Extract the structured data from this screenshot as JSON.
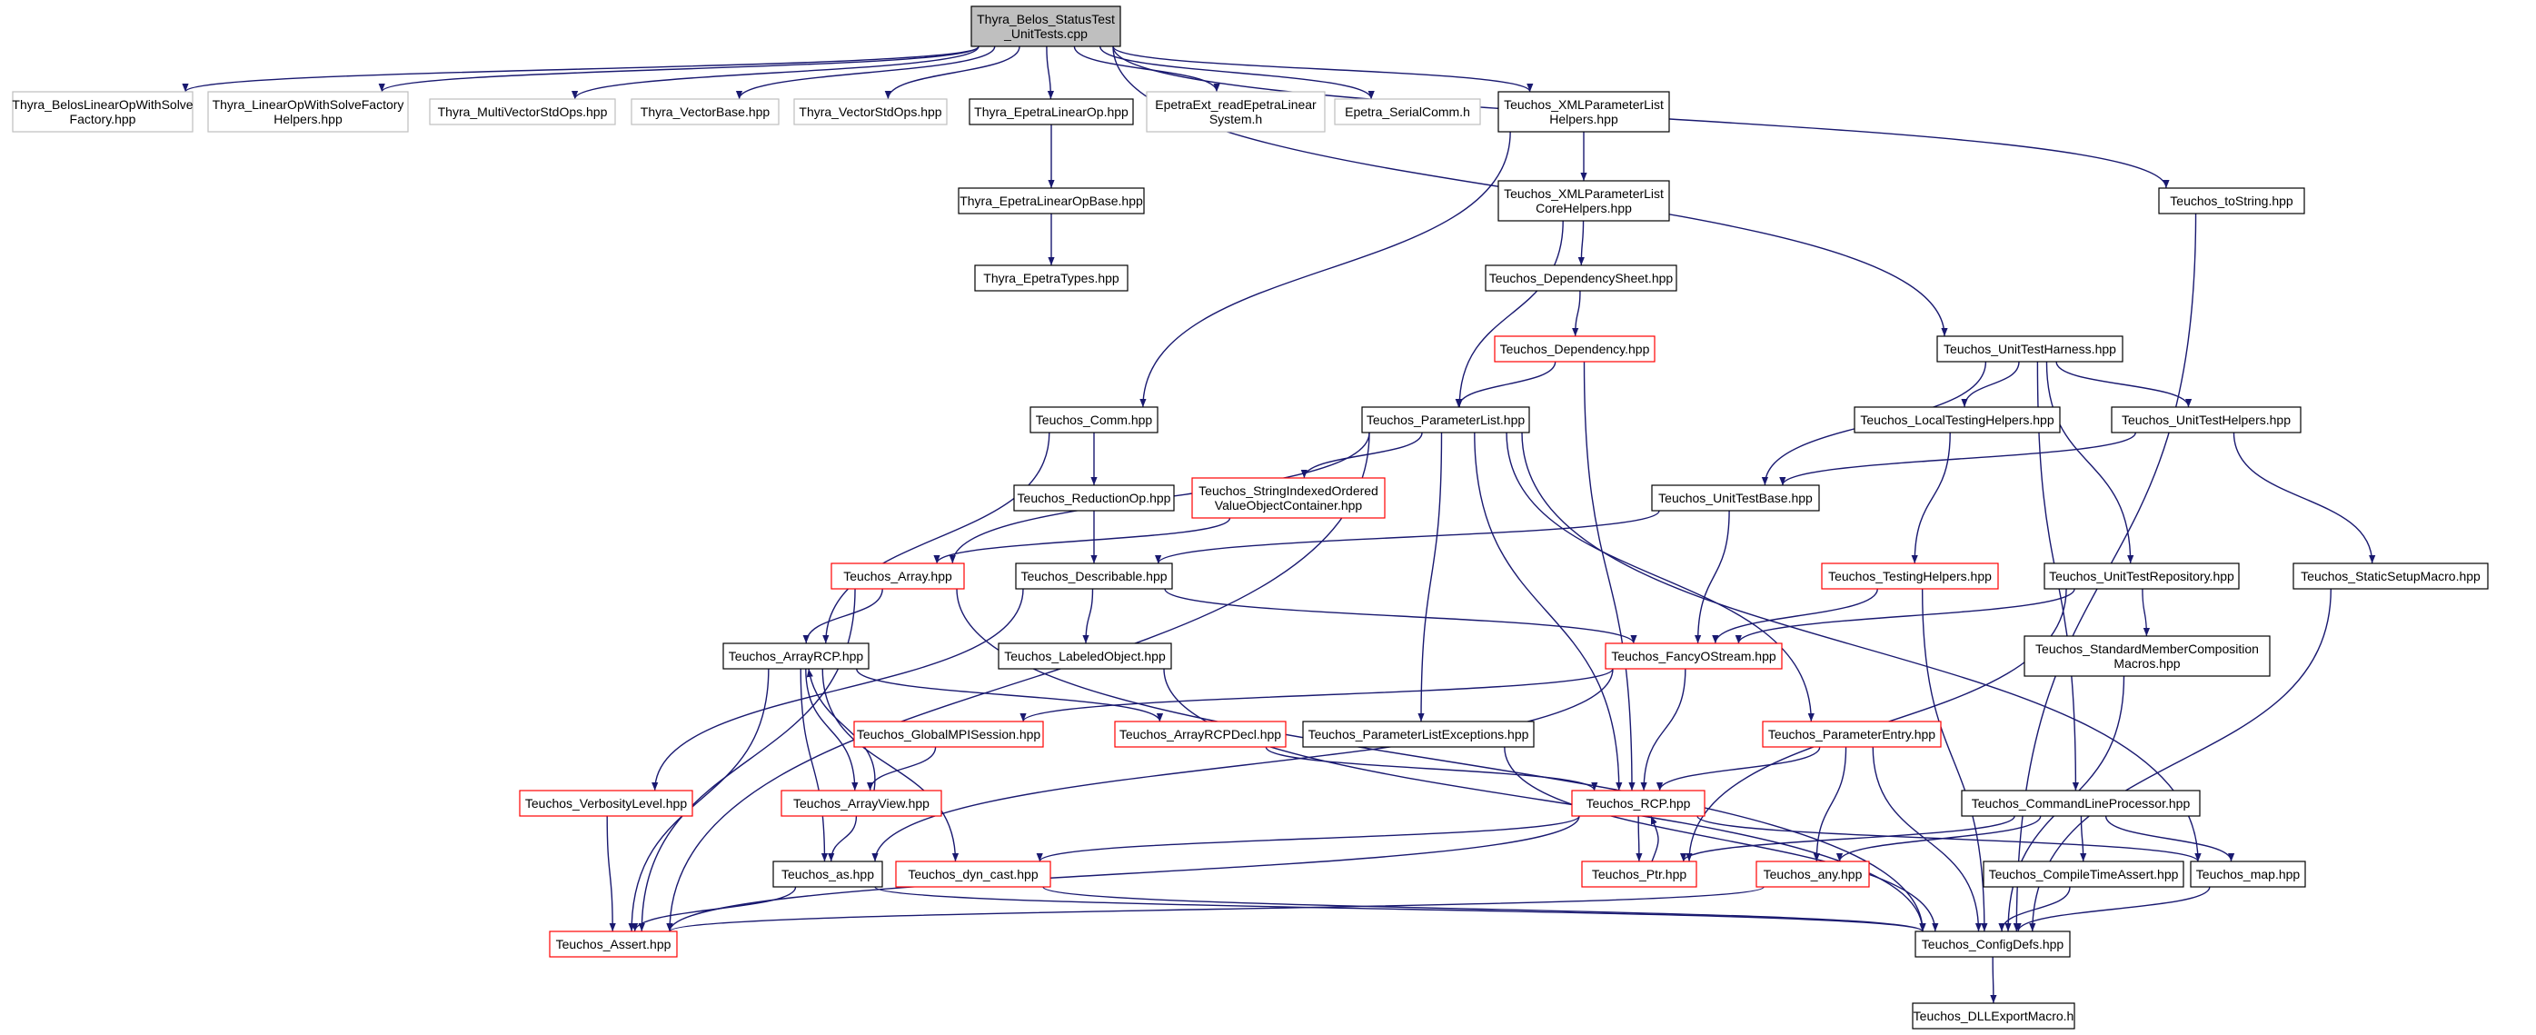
{
  "colors": {
    "edge": "#191970",
    "border_normal": "#000000",
    "border_missing": "#bfbfbf",
    "border_truncated": "#ff0000",
    "root_fill": "#bfbfbf",
    "fill": "#ffffff"
  },
  "nodes": [
    {
      "id": "root",
      "lines": [
        "Thyra_Belos_StatusTest",
        "_UnitTests.cpp"
      ],
      "style": "root"
    },
    {
      "id": "belosfactory",
      "lines": [
        "Thyra_BelosLinearOpWithSolve",
        "Factory.hpp"
      ],
      "style": "missing"
    },
    {
      "id": "factoryhelpers",
      "lines": [
        "Thyra_LinearOpWithSolveFactory",
        "Helpers.hpp"
      ],
      "style": "missing"
    },
    {
      "id": "multivecstd",
      "lines": [
        "Thyra_MultiVectorStdOps.hpp"
      ],
      "style": "missing"
    },
    {
      "id": "vectorbase",
      "lines": [
        "Thyra_VectorBase.hpp"
      ],
      "style": "missing"
    },
    {
      "id": "vectorstd",
      "lines": [
        "Thyra_VectorStdOps.hpp"
      ],
      "style": "missing"
    },
    {
      "id": "epetralinop",
      "lines": [
        "Thyra_EpetraLinearOp.hpp"
      ],
      "style": "normal"
    },
    {
      "id": "epetraext",
      "lines": [
        "EpetraExt_readEpetraLinear",
        "System.h"
      ],
      "style": "missing"
    },
    {
      "id": "serialcomm",
      "lines": [
        "Epetra_SerialComm.h"
      ],
      "style": "missing"
    },
    {
      "id": "xmlhelpers",
      "lines": [
        "Teuchos_XMLParameterList",
        "Helpers.hpp"
      ],
      "style": "normal"
    },
    {
      "id": "tostring",
      "lines": [
        "Teuchos_toString.hpp"
      ],
      "style": "normal"
    },
    {
      "id": "epetralinopbase",
      "lines": [
        "Thyra_EpetraLinearOpBase.hpp"
      ],
      "style": "normal"
    },
    {
      "id": "xmlcorehelpers",
      "lines": [
        "Teuchos_XMLParameterList",
        "CoreHelpers.hpp"
      ],
      "style": "normal"
    },
    {
      "id": "epetratypes",
      "lines": [
        "Thyra_EpetraTypes.hpp"
      ],
      "style": "normal"
    },
    {
      "id": "depsheet",
      "lines": [
        "Teuchos_DependencySheet.hpp"
      ],
      "style": "normal"
    },
    {
      "id": "dependency",
      "lines": [
        "Teuchos_Dependency.hpp"
      ],
      "style": "truncated"
    },
    {
      "id": "unittestharness",
      "lines": [
        "Teuchos_UnitTestHarness.hpp"
      ],
      "style": "normal"
    },
    {
      "id": "comm",
      "lines": [
        "Teuchos_Comm.hpp"
      ],
      "style": "normal"
    },
    {
      "id": "paramlist",
      "lines": [
        "Teuchos_ParameterList.hpp"
      ],
      "style": "normal"
    },
    {
      "id": "localtesting",
      "lines": [
        "Teuchos_LocalTestingHelpers.hpp"
      ],
      "style": "normal"
    },
    {
      "id": "unittesthelpers",
      "lines": [
        "Teuchos_UnitTestHelpers.hpp"
      ],
      "style": "normal"
    },
    {
      "id": "reductionop",
      "lines": [
        "Teuchos_ReductionOp.hpp"
      ],
      "style": "normal"
    },
    {
      "id": "stringindexed",
      "lines": [
        "Teuchos_StringIndexedOrdered",
        "ValueObjectContainer.hpp"
      ],
      "style": "truncated"
    },
    {
      "id": "unittestbase",
      "lines": [
        "Teuchos_UnitTestBase.hpp"
      ],
      "style": "normal"
    },
    {
      "id": "array",
      "lines": [
        "Teuchos_Array.hpp"
      ],
      "style": "truncated"
    },
    {
      "id": "describable",
      "lines": [
        "Teuchos_Describable.hpp"
      ],
      "style": "normal"
    },
    {
      "id": "testinghelpers",
      "lines": [
        "Teuchos_TestingHelpers.hpp"
      ],
      "style": "truncated"
    },
    {
      "id": "unittestrepo",
      "lines": [
        "Teuchos_UnitTestRepository.hpp"
      ],
      "style": "normal"
    },
    {
      "id": "staticsetup",
      "lines": [
        "Teuchos_StaticSetupMacro.hpp"
      ],
      "style": "normal"
    },
    {
      "id": "arrayrcp",
      "lines": [
        "Teuchos_ArrayRCP.hpp"
      ],
      "style": "normal"
    },
    {
      "id": "labeledobject",
      "lines": [
        "Teuchos_LabeledObject.hpp"
      ],
      "style": "normal"
    },
    {
      "id": "fancyostream",
      "lines": [
        "Teuchos_FancyOStream.hpp"
      ],
      "style": "truncated"
    },
    {
      "id": "stdmember",
      "lines": [
        "Teuchos_StandardMemberComposition",
        "Macros.hpp"
      ],
      "style": "normal"
    },
    {
      "id": "globalmpi",
      "lines": [
        "Teuchos_GlobalMPISession.hpp"
      ],
      "style": "truncated"
    },
    {
      "id": "arrayrcpdecl",
      "lines": [
        "Teuchos_ArrayRCPDecl.hpp"
      ],
      "style": "truncated"
    },
    {
      "id": "plexceptions",
      "lines": [
        "Teuchos_ParameterListExceptions.hpp"
      ],
      "style": "normal"
    },
    {
      "id": "paramentry",
      "lines": [
        "Teuchos_ParameterEntry.hpp"
      ],
      "style": "truncated"
    },
    {
      "id": "verbosity",
      "lines": [
        "Teuchos_VerbosityLevel.hpp"
      ],
      "style": "truncated"
    },
    {
      "id": "arrayview",
      "lines": [
        "Teuchos_ArrayView.hpp"
      ],
      "style": "truncated"
    },
    {
      "id": "rcp",
      "lines": [
        "Teuchos_RCP.hpp"
      ],
      "style": "truncated"
    },
    {
      "id": "cmdline",
      "lines": [
        "Teuchos_CommandLineProcessor.hpp"
      ],
      "style": "normal"
    },
    {
      "id": "as",
      "lines": [
        "Teuchos_as.hpp"
      ],
      "style": "normal"
    },
    {
      "id": "dyncast",
      "lines": [
        "Teuchos_dyn_cast.hpp"
      ],
      "style": "truncated"
    },
    {
      "id": "ptr",
      "lines": [
        "Teuchos_Ptr.hpp"
      ],
      "style": "truncated"
    },
    {
      "id": "any",
      "lines": [
        "Teuchos_any.hpp"
      ],
      "style": "truncated"
    },
    {
      "id": "compiletime",
      "lines": [
        "Teuchos_CompileTimeAssert.hpp"
      ],
      "style": "normal"
    },
    {
      "id": "map",
      "lines": [
        "Teuchos_map.hpp"
      ],
      "style": "normal"
    },
    {
      "id": "assert",
      "lines": [
        "Teuchos_Assert.hpp"
      ],
      "style": "truncated"
    },
    {
      "id": "configdefs",
      "lines": [
        "Teuchos_ConfigDefs.hpp"
      ],
      "style": "normal"
    },
    {
      "id": "dllexport",
      "lines": [
        "Teuchos_DLLExportMacro.h"
      ],
      "style": "normal"
    }
  ],
  "edges": [
    [
      "root",
      "belosfactory"
    ],
    [
      "root",
      "factoryhelpers"
    ],
    [
      "root",
      "multivecstd"
    ],
    [
      "root",
      "vectorbase"
    ],
    [
      "root",
      "vectorstd"
    ],
    [
      "root",
      "epetralinop"
    ],
    [
      "root",
      "epetraext"
    ],
    [
      "root",
      "serialcomm"
    ],
    [
      "root",
      "xmlhelpers"
    ],
    [
      "root",
      "unittestharness"
    ],
    [
      "root",
      "tostring"
    ],
    [
      "epetralinop",
      "epetralinopbase"
    ],
    [
      "epetralinopbase",
      "epetratypes"
    ],
    [
      "xmlhelpers",
      "xmlcorehelpers"
    ],
    [
      "xmlhelpers",
      "comm"
    ],
    [
      "xmlcorehelpers",
      "depsheet"
    ],
    [
      "xmlcorehelpers",
      "paramlist"
    ],
    [
      "depsheet",
      "dependency"
    ],
    [
      "dependency",
      "paramlist"
    ],
    [
      "dependency",
      "rcp"
    ],
    [
      "tostring",
      "configdefs"
    ],
    [
      "unittestharness",
      "localtesting"
    ],
    [
      "unittestharness",
      "unittesthelpers"
    ],
    [
      "unittestharness",
      "unittestbase"
    ],
    [
      "unittestharness",
      "unittestrepo"
    ],
    [
      "unittestharness",
      "cmdline"
    ],
    [
      "comm",
      "reductionop"
    ],
    [
      "comm",
      "arrayrcp"
    ],
    [
      "paramlist",
      "stringindexed"
    ],
    [
      "paramlist",
      "array"
    ],
    [
      "paramlist",
      "assert"
    ],
    [
      "paramlist",
      "plexceptions"
    ],
    [
      "paramlist",
      "rcp"
    ],
    [
      "paramlist",
      "paramentry"
    ],
    [
      "paramlist",
      "map"
    ],
    [
      "localtesting",
      "testinghelpers"
    ],
    [
      "unittesthelpers",
      "unittestbase"
    ],
    [
      "unittesthelpers",
      "staticsetup"
    ],
    [
      "reductionop",
      "describable"
    ],
    [
      "stringindexed",
      "array"
    ],
    [
      "unittestbase",
      "describable"
    ],
    [
      "unittestbase",
      "fancyostream"
    ],
    [
      "array",
      "arrayrcp"
    ],
    [
      "array",
      "assert"
    ],
    [
      "array",
      "configdefs"
    ],
    [
      "describable",
      "labeledobject"
    ],
    [
      "describable",
      "fancyostream"
    ],
    [
      "describable",
      "verbosity"
    ],
    [
      "testinghelpers",
      "fancyostream"
    ],
    [
      "testinghelpers",
      "configdefs"
    ],
    [
      "unittestrepo",
      "fancyostream"
    ],
    [
      "unittestrepo",
      "stdmember"
    ],
    [
      "unittestrepo",
      "ptr"
    ],
    [
      "staticsetup",
      "configdefs"
    ],
    [
      "arrayrcp",
      "arrayrcpdecl"
    ],
    [
      "arrayrcp",
      "arrayview"
    ],
    [
      "arrayrcp",
      "as"
    ],
    [
      "arrayrcp",
      "dyncast"
    ],
    [
      "arrayrcp",
      "assert"
    ],
    [
      "labeledobject",
      "configdefs"
    ],
    [
      "fancyostream",
      "globalmpi"
    ],
    [
      "fancyostream",
      "rcp"
    ],
    [
      "fancyostream",
      "as"
    ],
    [
      "stdmember",
      "configdefs"
    ],
    [
      "globalmpi",
      "arrayview"
    ],
    [
      "arrayrcpdecl",
      "rcp"
    ],
    [
      "plexceptions",
      "configdefs"
    ],
    [
      "paramentry",
      "rcp"
    ],
    [
      "paramentry",
      "any"
    ],
    [
      "paramentry",
      "configdefs"
    ],
    [
      "verbosity",
      "assert"
    ],
    [
      "arrayview",
      "arrayrcp"
    ],
    [
      "arrayview",
      "as"
    ],
    [
      "rcp",
      "ptr"
    ],
    [
      "rcp",
      "dyncast"
    ],
    [
      "rcp",
      "map"
    ],
    [
      "rcp",
      "assert"
    ],
    [
      "ptr",
      "rcp"
    ],
    [
      "cmdline",
      "ptr"
    ],
    [
      "cmdline",
      "any"
    ],
    [
      "cmdline",
      "compiletime"
    ],
    [
      "cmdline",
      "map"
    ],
    [
      "as",
      "assert"
    ],
    [
      "as",
      "configdefs"
    ],
    [
      "dyncast",
      "configdefs"
    ],
    [
      "any",
      "assert"
    ],
    [
      "compiletime",
      "configdefs"
    ],
    [
      "map",
      "configdefs"
    ],
    [
      "configdefs",
      "dllexport"
    ]
  ]
}
